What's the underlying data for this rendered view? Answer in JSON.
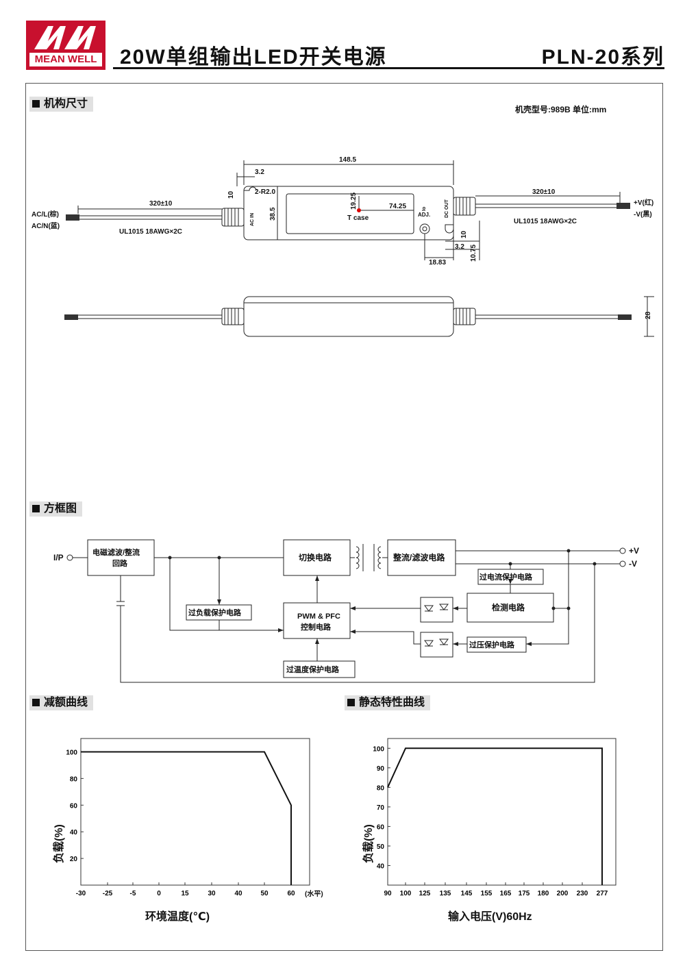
{
  "header": {
    "logo_text": "MEAN WELL",
    "title": "20W单组输出LED开关电源",
    "series": "PLN-20系列"
  },
  "mechanical": {
    "section_title": "机构尺寸",
    "case_note": "机壳型号:989B   单位:mm",
    "dims": {
      "total_length": "148.5",
      "offset": "3.2",
      "radius": "2-R2.0",
      "ten_left": "10",
      "height": "38.5",
      "tcase_v": "19.25",
      "tcase_h": "74.25",
      "tcase_label": "T case",
      "adj_label": "ADJ.",
      "io_label": "Io",
      "dc_out_label": "DC OUT",
      "ac_in_label": "AC IN",
      "left_cable": "320±10",
      "right_cable": "320±10",
      "acl": "AC/L(棕)",
      "acn": "AC/N(蓝)",
      "vplus": "+V(红)",
      "vminus": "-V(黑)",
      "cable_left_spec": "UL1015  18AWG×2C",
      "cable_right_spec": "UL1015  18AWG×2C",
      "d_18_83": "18.83",
      "d_3_2": "3.2",
      "d_10": "10",
      "d_10_75": "10.75",
      "side_height": "28"
    }
  },
  "block": {
    "section_title": "方框图",
    "ip": "I/P",
    "emi_1": "电磁滤波/整流",
    "emi_2": "回路",
    "switch": "切换电路",
    "rect": "整流/滤波电路",
    "ocp": "过电流保护电路",
    "olp": "过负载保护电路",
    "pwm_1": "PWM & PFC",
    "pwm_2": "控制电路",
    "detect": "检测电路",
    "ovp": "过压保护电路",
    "otp": "过温度保护电路",
    "vplus": "+V",
    "vminus": "-V"
  },
  "derating": {
    "section_title": "减额曲线",
    "ylabel": "负载(%)",
    "xlabel": "环境温度(℃)",
    "x_unit": "(水平)"
  },
  "static": {
    "section_title": "静态特性曲线",
    "ylabel": "负载(%)",
    "xlabel": "输入电压(V)60Hz"
  },
  "chart_data": [
    {
      "type": "line",
      "title": "",
      "xlabel": "环境温度(℃)",
      "ylabel": "负载(%)",
      "x_ticks": [
        "-30",
        "-25",
        "-5",
        "0",
        "15",
        "30",
        "40",
        "50",
        "60"
      ],
      "y_ticks": [
        "20",
        "40",
        "60",
        "80",
        "100"
      ],
      "ylim": [
        0,
        110
      ],
      "series": [
        {
          "x": [
            -30,
            50,
            60,
            60
          ],
          "y": [
            100,
            100,
            60,
            0
          ]
        }
      ],
      "grid": false
    },
    {
      "type": "line",
      "title": "",
      "xlabel": "输入电压(V)60Hz",
      "ylabel": "负载(%)",
      "x_ticks": [
        "90",
        "100",
        "125",
        "135",
        "145",
        "155",
        "165",
        "175",
        "180",
        "200",
        "230",
        "277"
      ],
      "y_ticks": [
        "40",
        "50",
        "60",
        "70",
        "80",
        "90",
        "100"
      ],
      "ylim": [
        30,
        105
      ],
      "series": [
        {
          "x": [
            90,
            100,
            277,
            277
          ],
          "y": [
            80,
            100,
            100,
            30
          ]
        }
      ],
      "grid": false
    }
  ]
}
